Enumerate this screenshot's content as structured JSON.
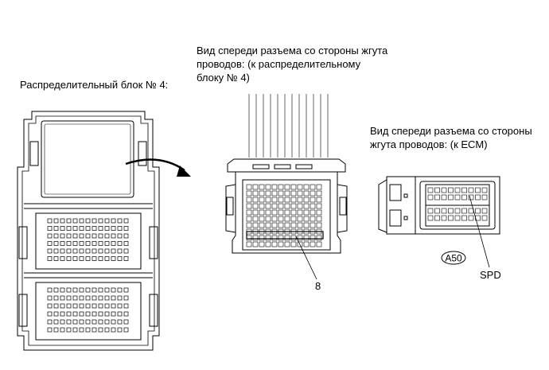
{
  "labels": {
    "junction_block": "Распределительный блок № 4:",
    "connector_jb_view": "Вид спереди разъема со стороны жгута\nпроводов: (к распределительному\nблоку № 4)",
    "connector_ecm_view": "Вид спереди разъема со стороны\nжгута проводов: (к ECM)",
    "pin_number": "8",
    "connector_code": "A50",
    "terminal_name": "SPD"
  },
  "colors": {
    "line": "#000000",
    "background": "#ffffff"
  }
}
